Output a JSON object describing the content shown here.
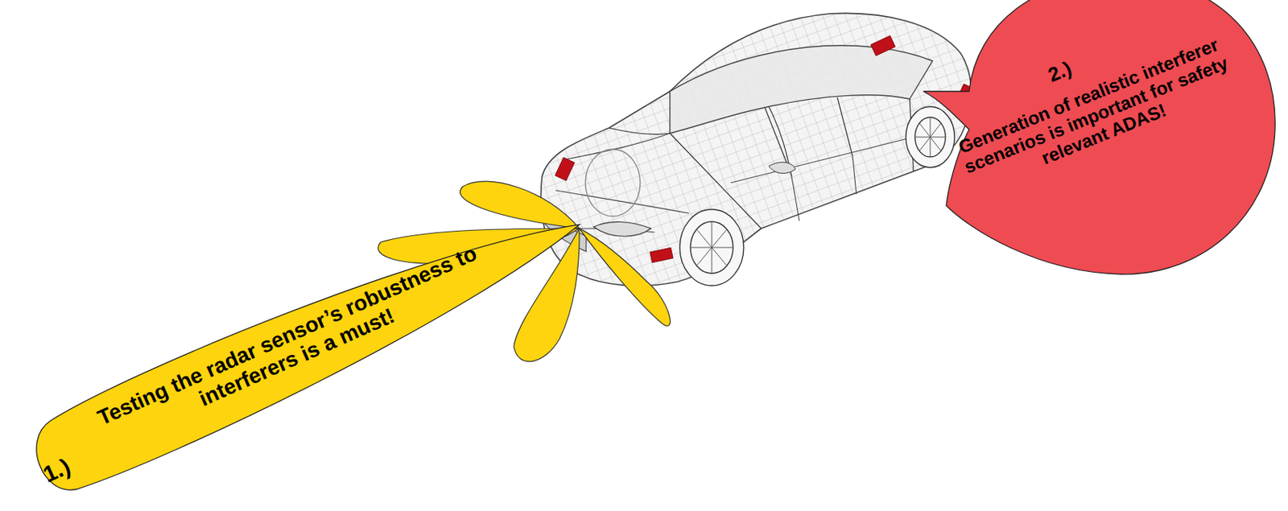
{
  "diagram": {
    "nodes": [
      {
        "text": [
          "1.)",
          "Testing the radar sensor’s robustness to interferers is a must!"
        ]
      },
      {
        "text": [
          "2.)",
          "Generation of realistic interferer scenarios is important for safety relevant ADAS!"
        ]
      }
    ]
  }
}
